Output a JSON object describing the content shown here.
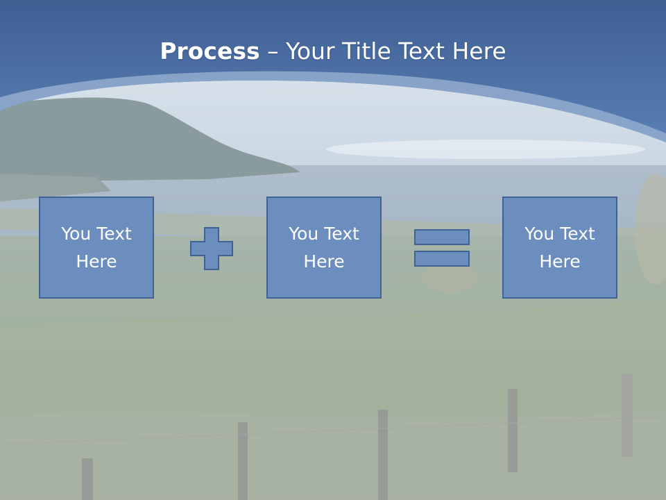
{
  "slide": {
    "title_bold": "Process",
    "title_rest": " – Your Title Text Here",
    "boxes": [
      {
        "text": "You Text Here"
      },
      {
        "text": "You Text Here"
      },
      {
        "text": "You Text Here"
      }
    ],
    "operators": [
      "plus-icon",
      "equals-icon"
    ]
  },
  "colors": {
    "header_blue": "#4a6ea6",
    "box_fill": "#6b8ebe",
    "box_border": "#3f6193",
    "title_text": "#ffffff"
  }
}
